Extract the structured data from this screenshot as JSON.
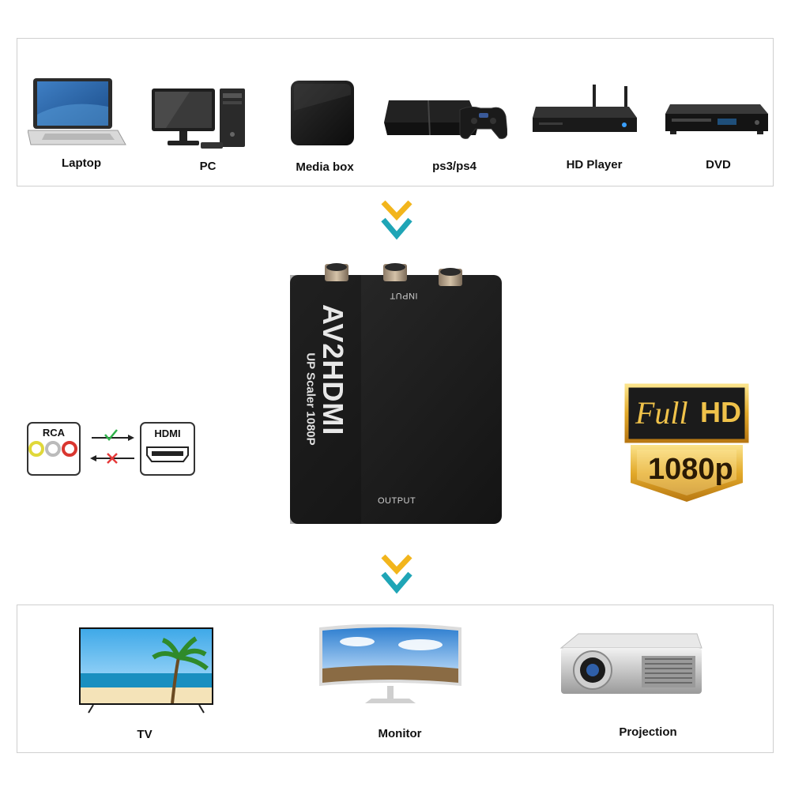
{
  "sources": [
    {
      "id": "laptop",
      "label": "Laptop"
    },
    {
      "id": "pc",
      "label": "PC"
    },
    {
      "id": "media-box",
      "label": "Media box"
    },
    {
      "id": "ps",
      "label": "ps3/ps4"
    },
    {
      "id": "hd-player",
      "label": "HD Player"
    },
    {
      "id": "dvd",
      "label": "DVD"
    }
  ],
  "outputs": [
    {
      "id": "tv",
      "label": "TV"
    },
    {
      "id": "monitor",
      "label": "Monitor"
    },
    {
      "id": "projection",
      "label": "Projection"
    }
  ],
  "adapter": {
    "brand_line1": "AV2HDMI",
    "brand_line2": "UP Scaler 1080P",
    "input_label": "INPUT",
    "output_label": "OUTPUT"
  },
  "conversion": {
    "from_label": "RCA",
    "to_label": "HDMI"
  },
  "badge": {
    "line1_full": "Full",
    "line1_hd": "HD",
    "line2": "1080p"
  },
  "colors": {
    "chevron_yellow": "#f2b51c",
    "chevron_teal": "#1fa5b6",
    "badge_gold": "#e2a92a",
    "adapter_body": "#1c1c1c"
  }
}
